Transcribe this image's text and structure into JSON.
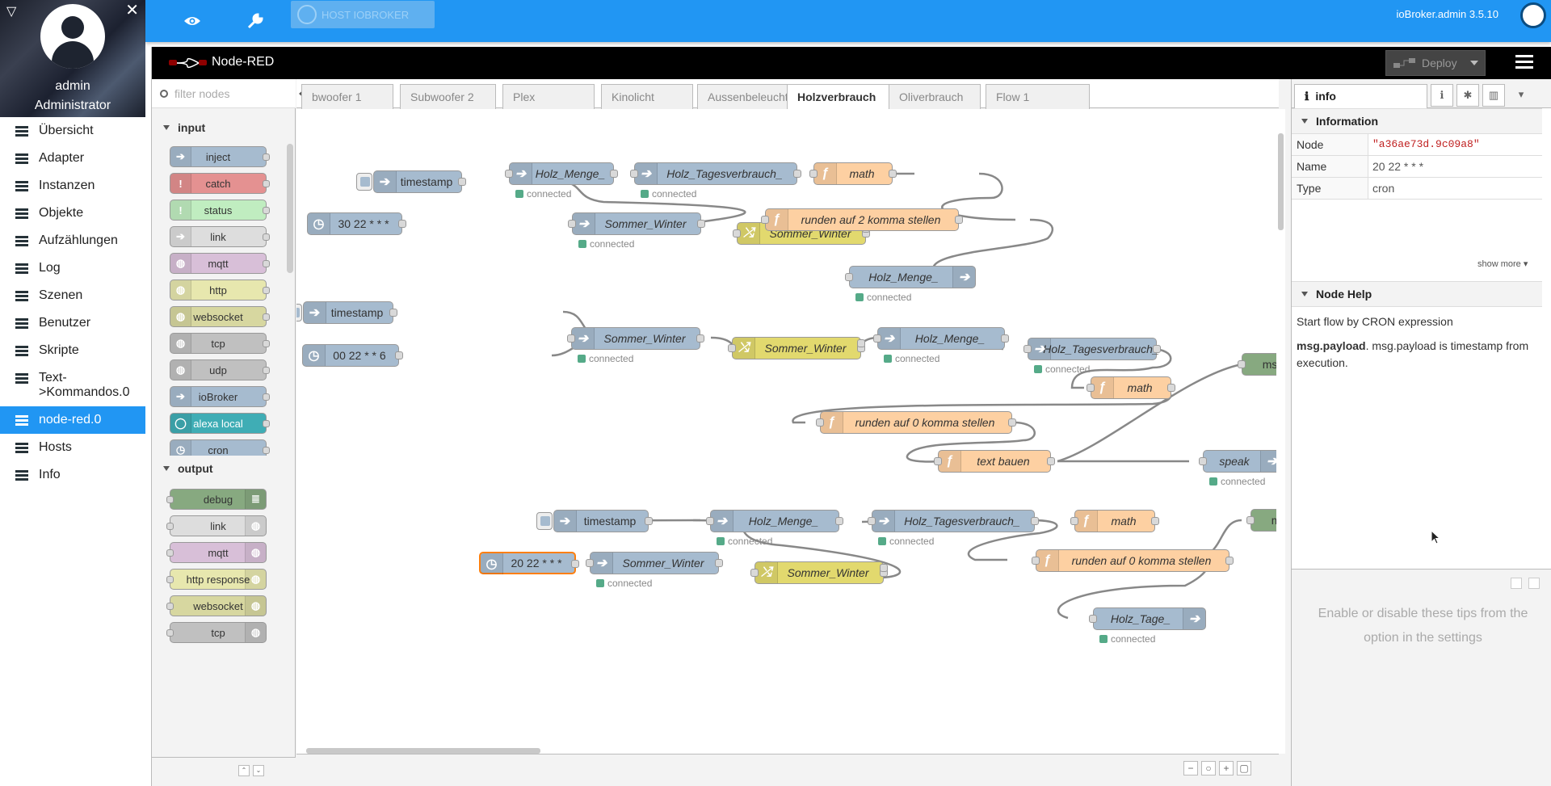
{
  "iobroker": {
    "user_name": "admin",
    "user_role": "Administrator",
    "admin_version": "ioBroker.admin 3.5.10",
    "host_button": "HOST IOBROKER",
    "nav": [
      {
        "label": "Übersicht",
        "icon": "grid-icon"
      },
      {
        "label": "Adapter",
        "icon": "store-icon"
      },
      {
        "label": "Instanzen",
        "icon": "instances-icon"
      },
      {
        "label": "Objekte",
        "icon": "list-icon"
      },
      {
        "label": "Aufzählungen",
        "icon": "enum-icon"
      },
      {
        "label": "Log",
        "icon": "log-icon"
      },
      {
        "label": "Szenen",
        "icon": "scenes-icon"
      },
      {
        "label": "Benutzer",
        "icon": "user-icon"
      },
      {
        "label": "Skripte",
        "icon": "code-icon"
      },
      {
        "label": "Text->Kommandos.0",
        "icon": "snowflake-icon"
      },
      {
        "label": "node-red.0",
        "icon": "nodered-icon",
        "active": true
      },
      {
        "label": "Hosts",
        "icon": "hosts-icon"
      },
      {
        "label": "Info",
        "icon": "help-icon"
      }
    ]
  },
  "nodered": {
    "title": "Node-RED",
    "deploy_label": "Deploy",
    "filter_placeholder": "filter nodes",
    "palette": {
      "input_label": "input",
      "output_label": "output",
      "input_nodes": [
        "inject",
        "catch",
        "status",
        "link",
        "mqtt",
        "http",
        "websocket",
        "tcp",
        "udp",
        "ioBroker",
        "alexa local",
        "cron"
      ],
      "output_nodes": [
        "debug",
        "link",
        "mqtt",
        "http response",
        "websocket",
        "tcp"
      ]
    },
    "tabs": [
      "bwoofer 1",
      "Subwoofer 2",
      "Plex",
      "Kinolicht",
      "Aussenbeleuchtung",
      "Holzverbrauch",
      "Oliverbrauch",
      "Flow 1"
    ],
    "active_tab": "Holzverbrauch",
    "status_connected": "connected",
    "flow_nodes": {
      "timestamp": "timestamp",
      "cron1": "30 22 * * *",
      "cron2": "00 22 * * 6",
      "cron3": "20 22 * * *",
      "holz_menge": "Holz_Menge_",
      "holz_tages": "Holz_Tagesverbrauch_",
      "holz_tage": "Holz_Tage_",
      "math": "math",
      "sommer_winter": "Sommer_Winter",
      "runden2": "runden auf 2 komma stellen",
      "runden0": "runden auf 0 komma stellen",
      "text_bauen": "text bauen",
      "speak": "speak",
      "msg": "msg"
    },
    "sidebar": {
      "tab_label": "info",
      "information_header": "Information",
      "node_key": "Node",
      "node_value": "\"a36ae73d.9c09a8\"",
      "name_key": "Name",
      "name_value": "20 22 * * *",
      "type_key": "Type",
      "type_value": "cron",
      "show_more": "show more",
      "help_header": "Node Help",
      "help_line1": "Start flow by CRON expression",
      "help_bold": "msg.payload",
      "help_line2": ". msg.payload is timestamp from execution.",
      "tips": "Enable or disable these tips from the option in the settings"
    }
  },
  "colors": {
    "topbar": "#2196f3",
    "iobroker_node": "#a6bbcf",
    "function_node": "#fdd0a2",
    "switch_node": "#e2d96e",
    "debug_node": "#87a980",
    "catch_node": "#e49191",
    "status_node": "#c0edc0",
    "mqtt_node": "#d8bfd8",
    "http_node": "#e7e7ae",
    "alexa_node": "#3fadb5"
  }
}
